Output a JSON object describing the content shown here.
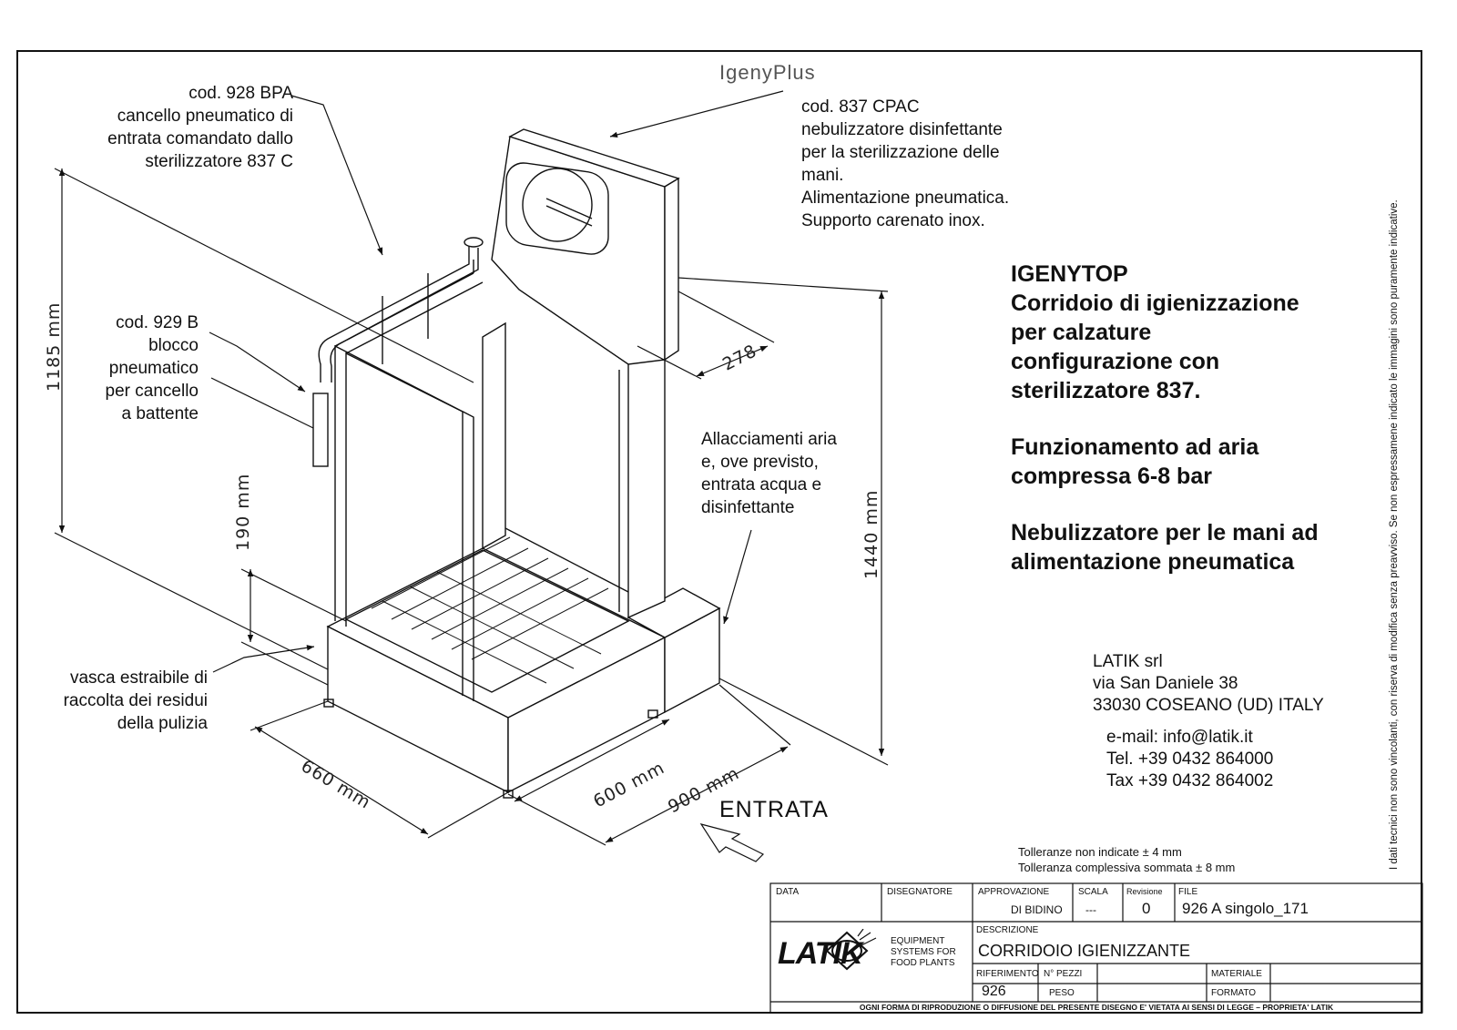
{
  "callouts": {
    "gate": [
      "cod. 928 BPA",
      "cancello pneumatico di",
      "entrata comandato dallo",
      "sterilizzatore 837 C"
    ],
    "block": [
      "cod. 929 B",
      "blocco",
      "pneumatico",
      "per cancello",
      "a battente"
    ],
    "tray": [
      "vasca estraibile di",
      "raccolta dei residui",
      "della pulizia"
    ],
    "brand": "IgenyPlus",
    "nebulizer": [
      "cod. 837 CPAC",
      "nebulizzatore disinfettante",
      "per la sterilizzazione delle",
      "mani.",
      "Alimentazione pneumatica.",
      "Supporto carenato inox."
    ],
    "connections": [
      "Allacciamenti aria",
      "e, ove previsto,",
      "entrata acqua e",
      "disinfettante"
    ]
  },
  "dimensions": {
    "height_total": "1185  mm",
    "height_tray": "190  mm",
    "height_column": "1440  mm",
    "depth_box": "278",
    "width_left": "660  mm",
    "width_inner": "600  mm",
    "width_total": "900  mm"
  },
  "entrance_label": "ENTRATA",
  "title": {
    "line1": "IGENYTOP",
    "line2": "Corridoio di igienizzazione",
    "line3": "per calzature",
    "line4": "configurazione con",
    "line5": "sterilizzatore 837.",
    "line6": "Funzionamento ad aria",
    "line7": "compressa 6-8 bar",
    "line8": "Nebulizzatore per le mani ad",
    "line9": "alimentazione pneumatica"
  },
  "company": {
    "name": "LATIK srl",
    "street": "via San Daniele 38",
    "city": "33030 COSEANO (UD) ITALY",
    "email": "e-mail: info@latik.it",
    "tel": "Tel. +39 0432 864000",
    "fax": "Tax +39 0432 864002"
  },
  "tolerances": {
    "line1": "Tolleranze non indicate  ± 4 mm",
    "line2": "Tolleranza complessiva sommata  ± 8 mm"
  },
  "side_note": "I dati tecnici non sono vincolanti, con riserva di modifica senza preavviso. Se non espressamene indicato le immagini sono puramente indicative.",
  "table": {
    "data_label": "DATA",
    "designer_label": "DISEGNATORE",
    "approval_label": "APPROVAZIONE",
    "approval_value": "DI BIDINO",
    "scale_label": "SCALA",
    "scale_value": "---",
    "revision_label": "Revisione",
    "revision_value": "0",
    "file_label": "FILE",
    "file_value": "926 A singolo_171",
    "description_label": "DESCRIZIONE",
    "description_value": "CORRIDOIO IGIENIZZANTE",
    "reference_label": "RIFERIMENTO",
    "reference_value": "926",
    "pieces_label": "N° PEZZI",
    "weight_label": "PESO",
    "material_label": "MATERIALE",
    "format_label": "FORMATO",
    "logo_text": "LATIK",
    "slogan": [
      "EQUIPMENT",
      "SYSTEMS FOR",
      "FOOD PLANTS"
    ],
    "footer": "OGNI FORMA DI RIPRODUZIONE O DIFFUSIONE DEL PRESENTE DISEGNO E' VIETATA AI SENSI DI LEGGE – PROPRIETA' LATIK"
  }
}
